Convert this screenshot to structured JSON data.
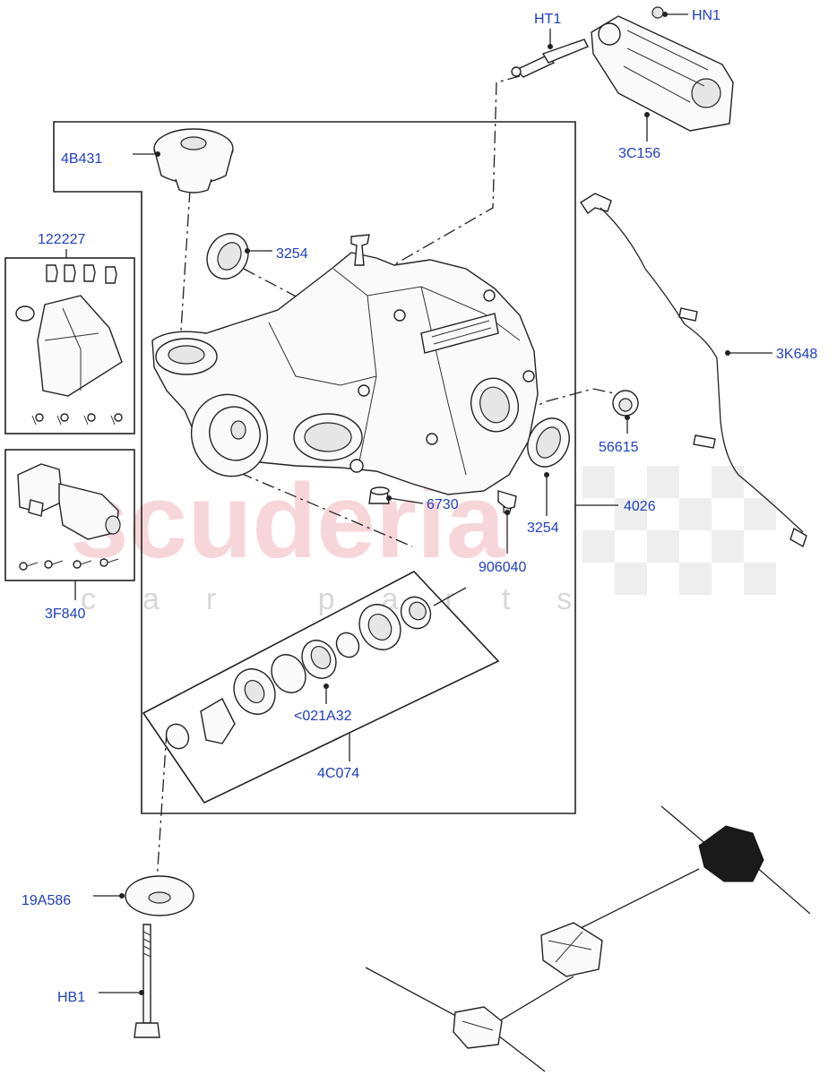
{
  "watermark": {
    "brand": "scuderia",
    "tagline": "car parts"
  },
  "labels": {
    "ht1": "HT1",
    "hn1": "HN1",
    "c3c156": "3C156",
    "c4b431": "4B431",
    "c3254a": "3254",
    "c3254b": "3254",
    "c122227": "122227",
    "c3k648": "3K648",
    "c56615": "56615",
    "c6730": "6730",
    "c4026": "4026",
    "c906040": "906040",
    "c3f840": "3F840",
    "c021a32": "<021A32",
    "c4c074": "4C074",
    "c19a586": "19A586",
    "hb1": "HB1"
  },
  "colors": {
    "label": "#1f3fbf",
    "line": "#222222",
    "watermark": "#f2b6bd"
  }
}
